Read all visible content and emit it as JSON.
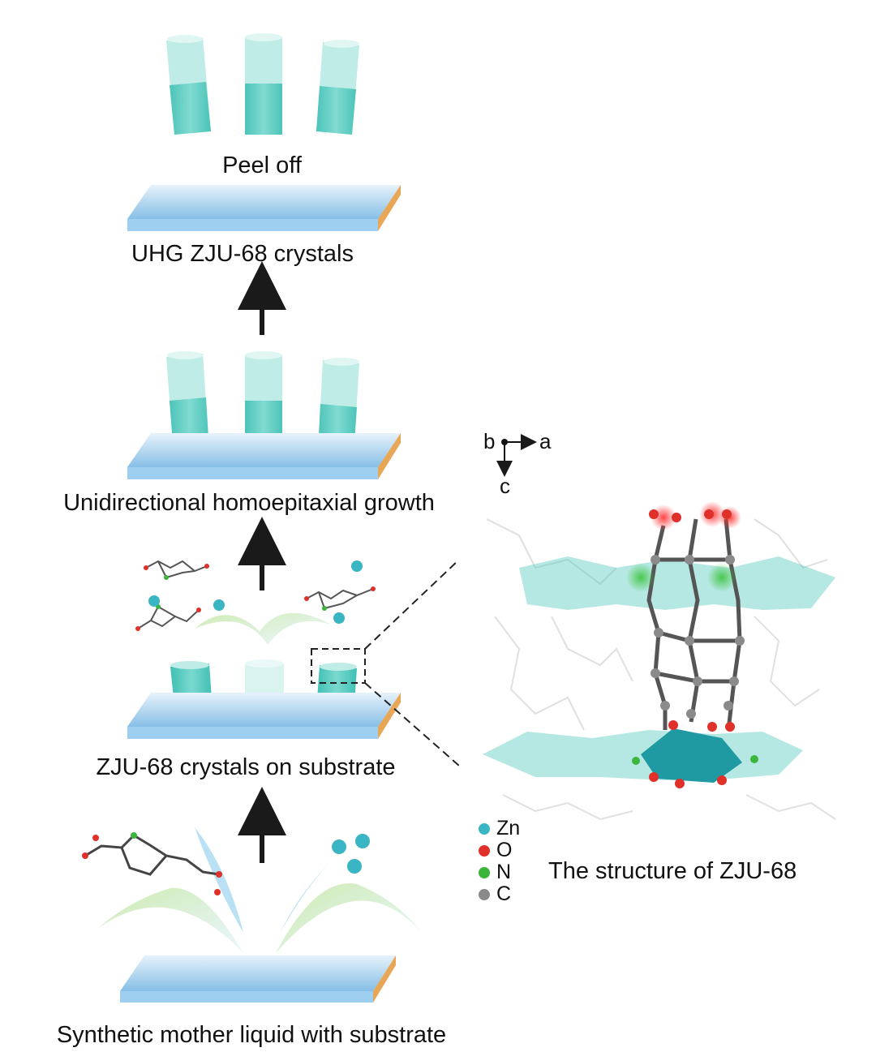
{
  "steps": {
    "peel_off": "Peel off",
    "uhg": "UHG ZJU-68 crystals",
    "growth": "Unidirectional homoepitaxial growth",
    "on_substrate": "ZJU-68 crystals on substrate",
    "mother_liquid": "Synthetic mother liquid with substrate"
  },
  "structure": {
    "title": "The structure of ZJU-68",
    "axes": {
      "b": "b",
      "a": "a",
      "c": "c"
    },
    "legend": [
      {
        "label": "Zn",
        "color": "#3ab5c3"
      },
      {
        "label": "O",
        "color": "#e0302a"
      },
      {
        "label": "N",
        "color": "#3bb53b"
      },
      {
        "label": "C",
        "color": "#8a8a8a"
      }
    ]
  },
  "colors": {
    "crystal": "#5ccdc1",
    "substrate_top": "#cfe6f7",
    "substrate_edge": "#e4963a",
    "arrow": "#1a1a1a"
  }
}
